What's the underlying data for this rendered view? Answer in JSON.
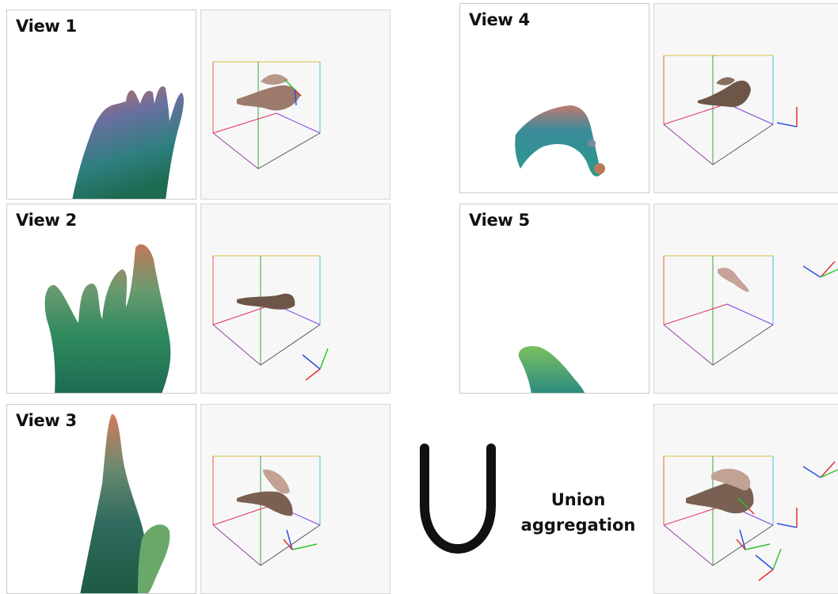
{
  "views": [
    {
      "label": "View 1"
    },
    {
      "label": "View 2"
    },
    {
      "label": "View 3"
    },
    {
      "label": "View 4"
    },
    {
      "label": "View 5"
    }
  ],
  "union": {
    "symbol_name": "union-symbol",
    "line1": "Union",
    "line2": "aggregation"
  },
  "colors": {
    "hand_depth_top": "#d46a4e",
    "hand_depth_mid": "#3b7f7c",
    "hand_depth_low": "#1f6a4e",
    "point_cloud": "#8a6a5c",
    "axis_x": "#e23030",
    "axis_y": "#2cc52c",
    "axis_z": "#3050e0",
    "panel_bg": "#f7f7f7"
  }
}
